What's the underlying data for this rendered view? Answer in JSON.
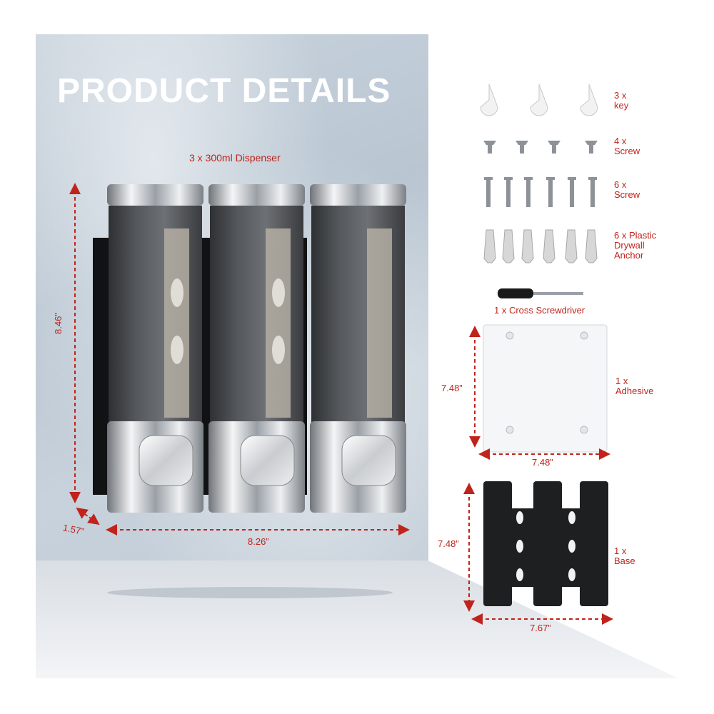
{
  "banner": {
    "title": "PRODUCT DETAILS"
  },
  "dispenser": {
    "label": "3 x 300ml Dispenser",
    "height": "8.46”",
    "depth": "1.57”",
    "width": "8.26”"
  },
  "accessories": [
    {
      "qty": "3 x",
      "name": "key"
    },
    {
      "qty": "4 x",
      "name": "Screw"
    },
    {
      "qty": "6 x",
      "name": "Screw"
    },
    {
      "qty": "6 x Plastic",
      "name": "Drywall",
      "extra": "Anchor"
    }
  ],
  "screwdriver": {
    "label": "1 x Cross Screwdriver"
  },
  "adhesive": {
    "qty": "1 x",
    "name": "Adhesive",
    "height": "7.48”",
    "width": "7.48”"
  },
  "base": {
    "qty": "1 x",
    "name": "Base",
    "height": "7.48”",
    "width": "7.67”"
  },
  "colors": {
    "banner": "#0b4a8f",
    "accent_red": "#c0231b",
    "marble": "#c3ced9"
  }
}
